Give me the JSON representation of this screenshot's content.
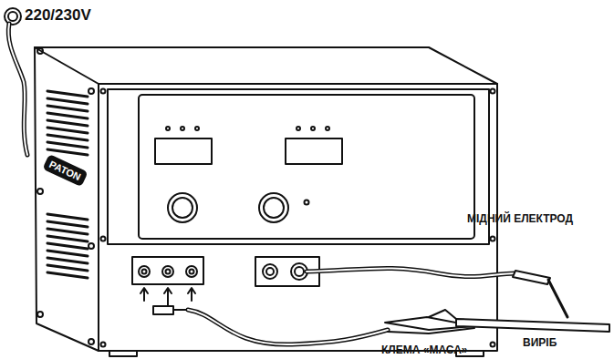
{
  "diagram": {
    "labels": [
      "220/230V",
      "PATON",
      "МІДНИЙ ЕЛЕКТРОД",
      "ВИРІБ",
      "КЛЕМА «МАСА»"
    ]
  }
}
